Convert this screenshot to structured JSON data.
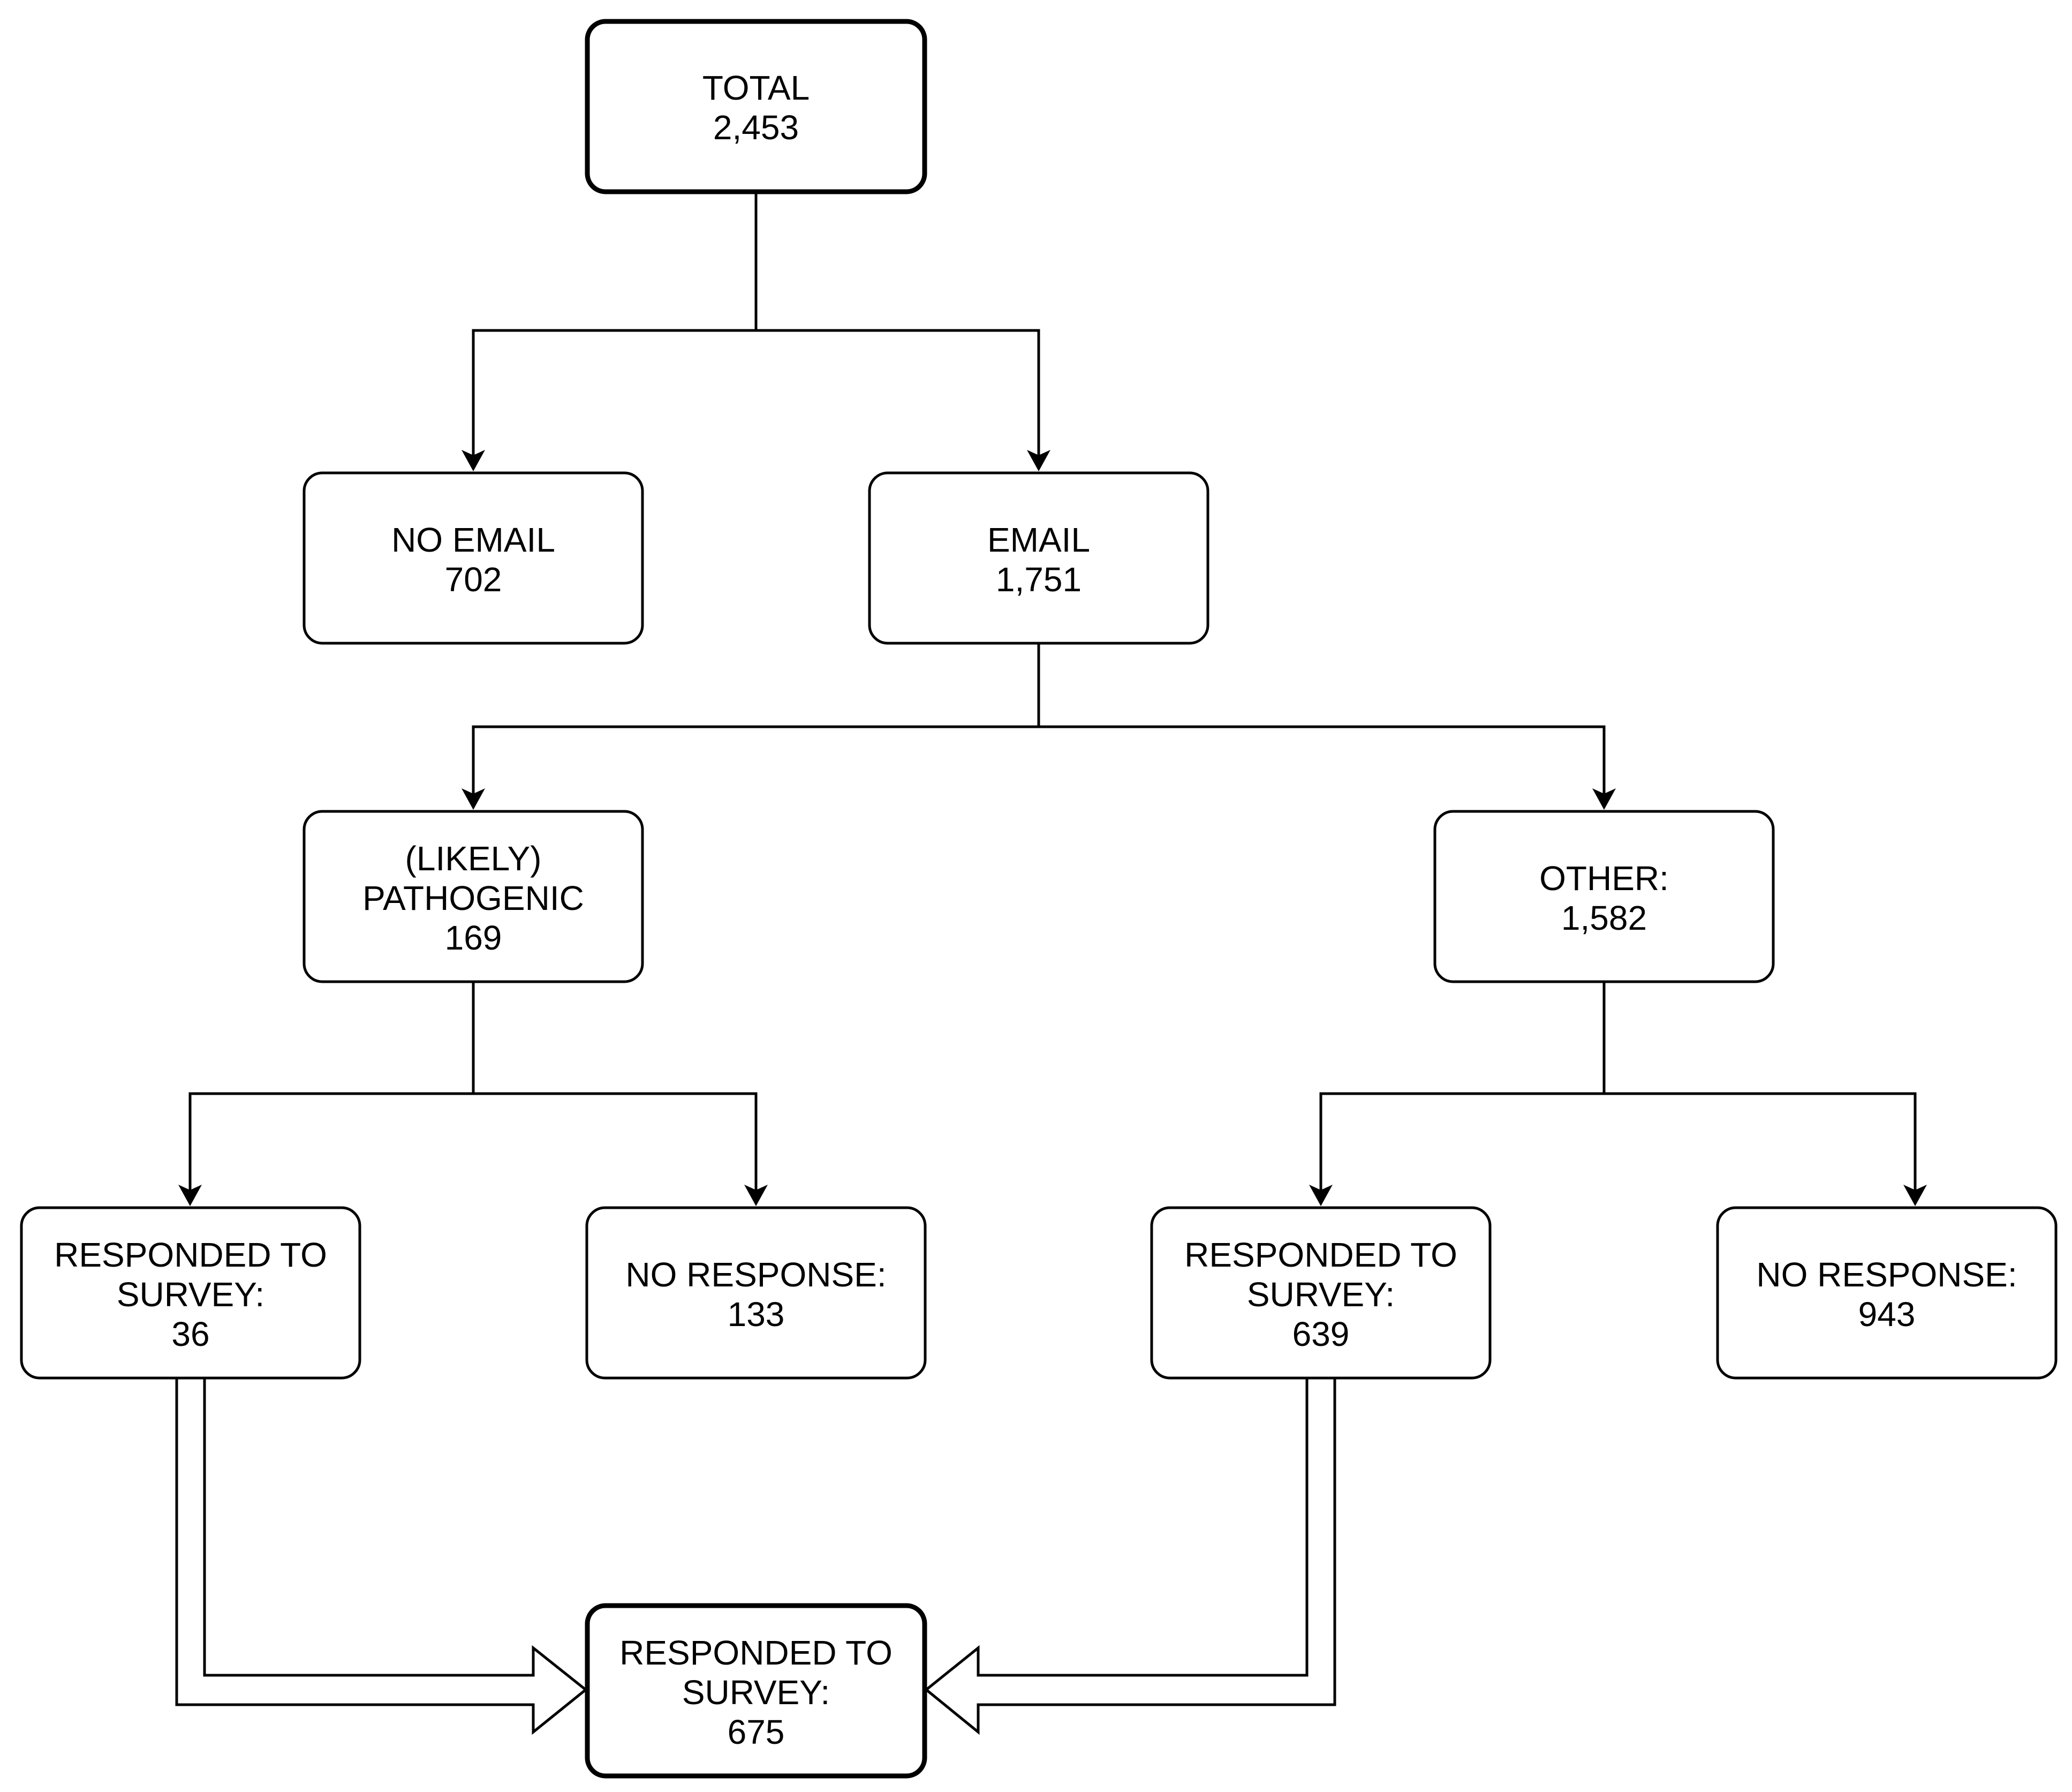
{
  "nodes": {
    "total": {
      "lines": [
        "TOTAL",
        "2,453"
      ]
    },
    "no_email": {
      "lines": [
        "NO EMAIL",
        "702"
      ]
    },
    "email": {
      "lines": [
        "EMAIL",
        "1,751"
      ]
    },
    "likely_pathogenic": {
      "lines": [
        "(LIKELY)",
        "PATHOGENIC",
        "169"
      ]
    },
    "other": {
      "lines": [
        "OTHER:",
        "1,582"
      ]
    },
    "lp_responded": {
      "lines": [
        "RESPONDED TO",
        "SURVEY:",
        "36"
      ]
    },
    "lp_no_response": {
      "lines": [
        "NO RESPONSE:",
        "133"
      ]
    },
    "other_responded": {
      "lines": [
        "RESPONDED TO",
        "SURVEY:",
        "639"
      ]
    },
    "other_no_response": {
      "lines": [
        "NO RESPONSE:",
        "943"
      ]
    },
    "total_responded": {
      "lines": [
        "RESPONDED TO",
        "SURVEY:",
        "675"
      ]
    }
  },
  "edges": [
    {
      "from": "total",
      "to": "no_email"
    },
    {
      "from": "total",
      "to": "email"
    },
    {
      "from": "email",
      "to": "likely_pathogenic"
    },
    {
      "from": "email",
      "to": "other"
    },
    {
      "from": "likely_pathogenic",
      "to": "lp_responded"
    },
    {
      "from": "likely_pathogenic",
      "to": "lp_no_response"
    },
    {
      "from": "other",
      "to": "other_responded"
    },
    {
      "from": "other",
      "to": "other_no_response"
    },
    {
      "from": "lp_responded",
      "to": "total_responded"
    },
    {
      "from": "other_responded",
      "to": "total_responded"
    }
  ]
}
